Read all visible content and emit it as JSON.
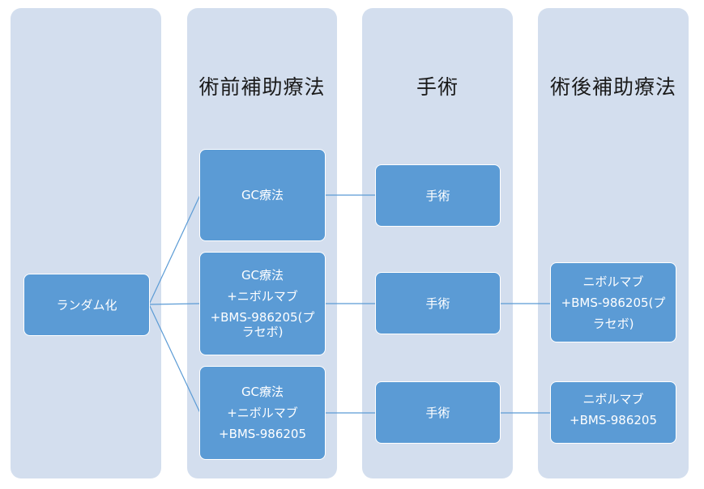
{
  "lanes": {
    "randomization": "",
    "neoadjuvant": "術前補助療法",
    "surgery": "手術",
    "adjuvant": "術後補助療法"
  },
  "nodes": {
    "randomize": "ランダム化",
    "arm1_neo": "GC療法",
    "arm2_neo": [
      "GC療法",
      "+ニボルマブ",
      "+BMS-986205(プ",
      "ラセボ)"
    ],
    "arm3_neo": [
      "GC療法",
      "+ニボルマブ",
      "+BMS-986205"
    ],
    "arm1_surgery": "手術",
    "arm2_surgery": "手術",
    "arm3_surgery": "手術",
    "arm2_adj": [
      "ニボルマブ",
      "+BMS-986205(プ",
      "ラセボ)"
    ],
    "arm3_adj": [
      "ニボルマブ",
      "+BMS-986205"
    ]
  },
  "colors": {
    "lane_bg": "#d3deee",
    "box_fill": "#5b9bd5",
    "connector": "#5b9bd5"
  }
}
